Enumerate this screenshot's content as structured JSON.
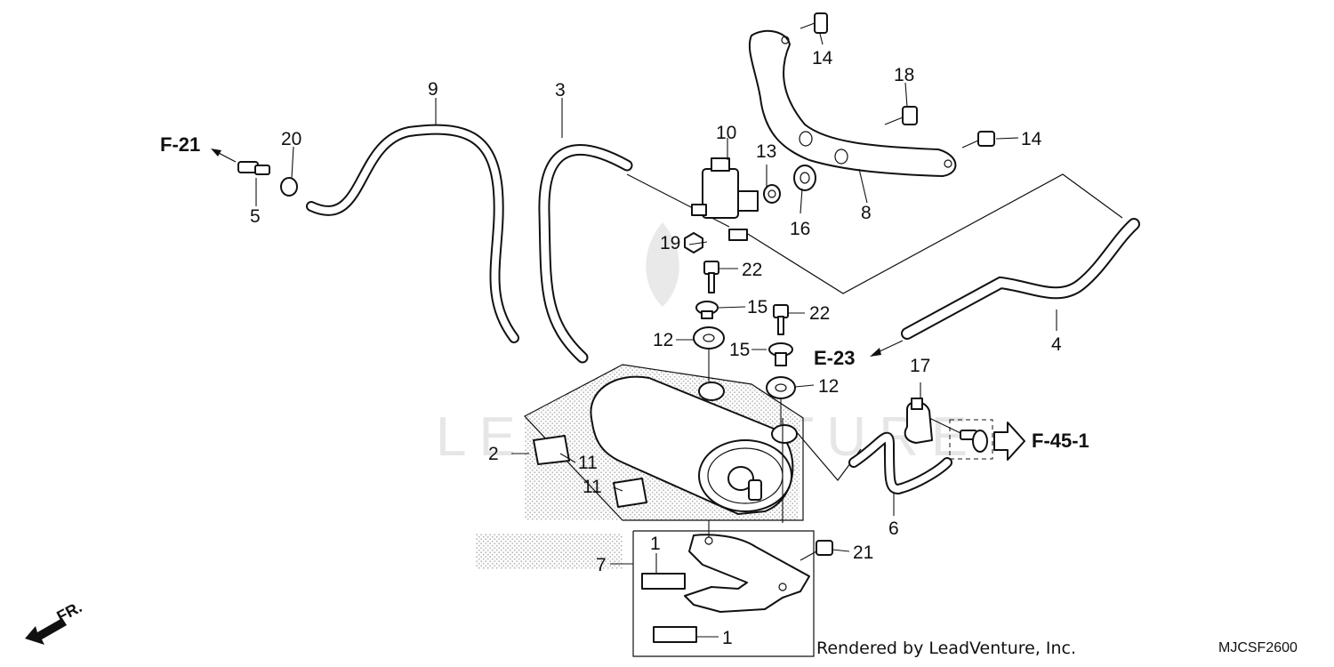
{
  "diagram": {
    "callouts": {
      "c1a": "1",
      "c1b": "1",
      "c2": "2",
      "c3": "3",
      "c4": "4",
      "c5": "5",
      "c6": "6",
      "c7": "7",
      "c8": "8",
      "c9": "9",
      "c10": "10",
      "c11a": "11",
      "c11b": "11",
      "c12a": "12",
      "c12b": "12",
      "c13": "13",
      "c14a": "14",
      "c14b": "14",
      "c15a": "15",
      "c15b": "15",
      "c16": "16",
      "c17": "17",
      "c18": "18",
      "c19": "19",
      "c20": "20",
      "c21": "21",
      "c22a": "22",
      "c22b": "22"
    },
    "references": {
      "f21": "F-21",
      "e23": "E-23",
      "f451": "F-45-1"
    },
    "front_marker": "FR.",
    "credit": "Rendered by LeadVenture, Inc.",
    "diagram_code": "MJCSF2600",
    "watermark": "LEADVENTURE"
  }
}
